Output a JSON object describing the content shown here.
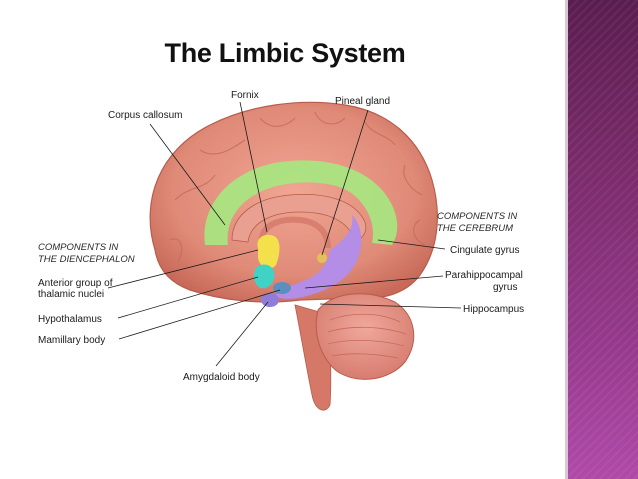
{
  "title": "The Limbic System",
  "headers": {
    "diencephalon": [
      "COMPONENTS IN",
      "THE DIENCEPHALON"
    ],
    "cerebrum": [
      "COMPONENTS IN",
      "THE CEREBRUM"
    ]
  },
  "labels": {
    "fornix": "Fornix",
    "corpus_callosum": "Corpus callosum",
    "pineal_gland": "Pineal gland",
    "anterior_group": [
      "Anterior group of",
      "thalamic nuclei"
    ],
    "hypothalamus": "Hypothalamus",
    "mamillary_body": "Mamillary body",
    "amygdaloid_body": "Amygdaloid body",
    "cingulate_gyrus": "Cingulate gyrus",
    "parahippocampal_gyrus": [
      "Parahippocampal",
      "gyrus"
    ],
    "hippocampus": "Hippocampus"
  },
  "colors": {
    "brain": "#e08a78",
    "cerebellum": "#e8978a",
    "cingulate": "#a5e87f",
    "hippocampus": "#b38de6",
    "thalamus": "#f3e04a",
    "hypothalamus": "#3fd3c8",
    "sidebar": "#7a2b6a"
  }
}
